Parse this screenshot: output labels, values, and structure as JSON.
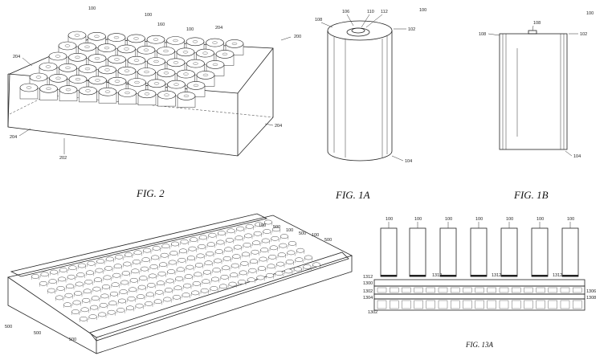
{
  "figures": {
    "fig2": {
      "caption": "FIG. 2",
      "refs": [
        "100",
        "100",
        "160",
        "100",
        "204",
        "200",
        "204",
        "204",
        "204",
        "202"
      ]
    },
    "fig1a": {
      "caption": "FIG. 1A",
      "refs": [
        "108",
        "106",
        "110",
        "112",
        "100",
        "102",
        "104"
      ]
    },
    "fig1b": {
      "caption": "FIG. 1B",
      "refs": [
        "108",
        "108",
        "100",
        "102",
        "104"
      ]
    },
    "fig_tray": {
      "caption": "",
      "refs": [
        "100",
        "500",
        "100",
        "500",
        "100",
        "500",
        "500",
        "500",
        "500"
      ]
    },
    "fig13a": {
      "caption": "FIG. 13A",
      "cell_refs": [
        "100",
        "100",
        "100",
        "100",
        "100",
        "100",
        "100"
      ],
      "side_refs": [
        "1312",
        "1312",
        "1312",
        "1312",
        "1300",
        "1302",
        "1304",
        "1306",
        "1308",
        "1302"
      ]
    }
  },
  "colors": {
    "ink": "#222222",
    "paper": "#ffffff"
  }
}
